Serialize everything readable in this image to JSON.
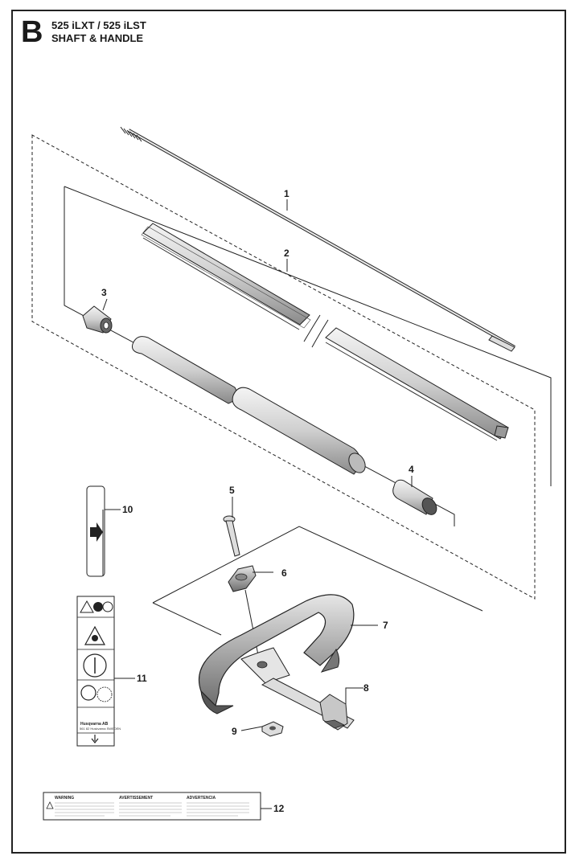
{
  "header": {
    "section_letter": "B",
    "model": "525 iLXT / 525 iLST",
    "title": "SHAFT & HANDLE"
  },
  "callouts": [
    {
      "label": "1"
    },
    {
      "label": "2"
    },
    {
      "label": "3"
    },
    {
      "label": "4"
    },
    {
      "label": "5"
    },
    {
      "label": "6"
    },
    {
      "label": "7"
    },
    {
      "label": "8"
    },
    {
      "label": "9"
    },
    {
      "label": "10"
    },
    {
      "label": "11"
    },
    {
      "label": "12"
    }
  ],
  "decal_11": {
    "manufacturer_line_1": "Husqvarna AB",
    "manufacturer_line_2": "561 82 Huskvarna SWEDEN"
  },
  "decal_12": {
    "warning_heading": "WARNING",
    "avertissement_heading": "AVERTISSEMENT",
    "advertencia_heading": "ADVERTENCIA"
  },
  "colors": {
    "line": "#1a1a1a",
    "part_fill": "#d8d8d8",
    "part_dark": "#5a5a5a"
  }
}
